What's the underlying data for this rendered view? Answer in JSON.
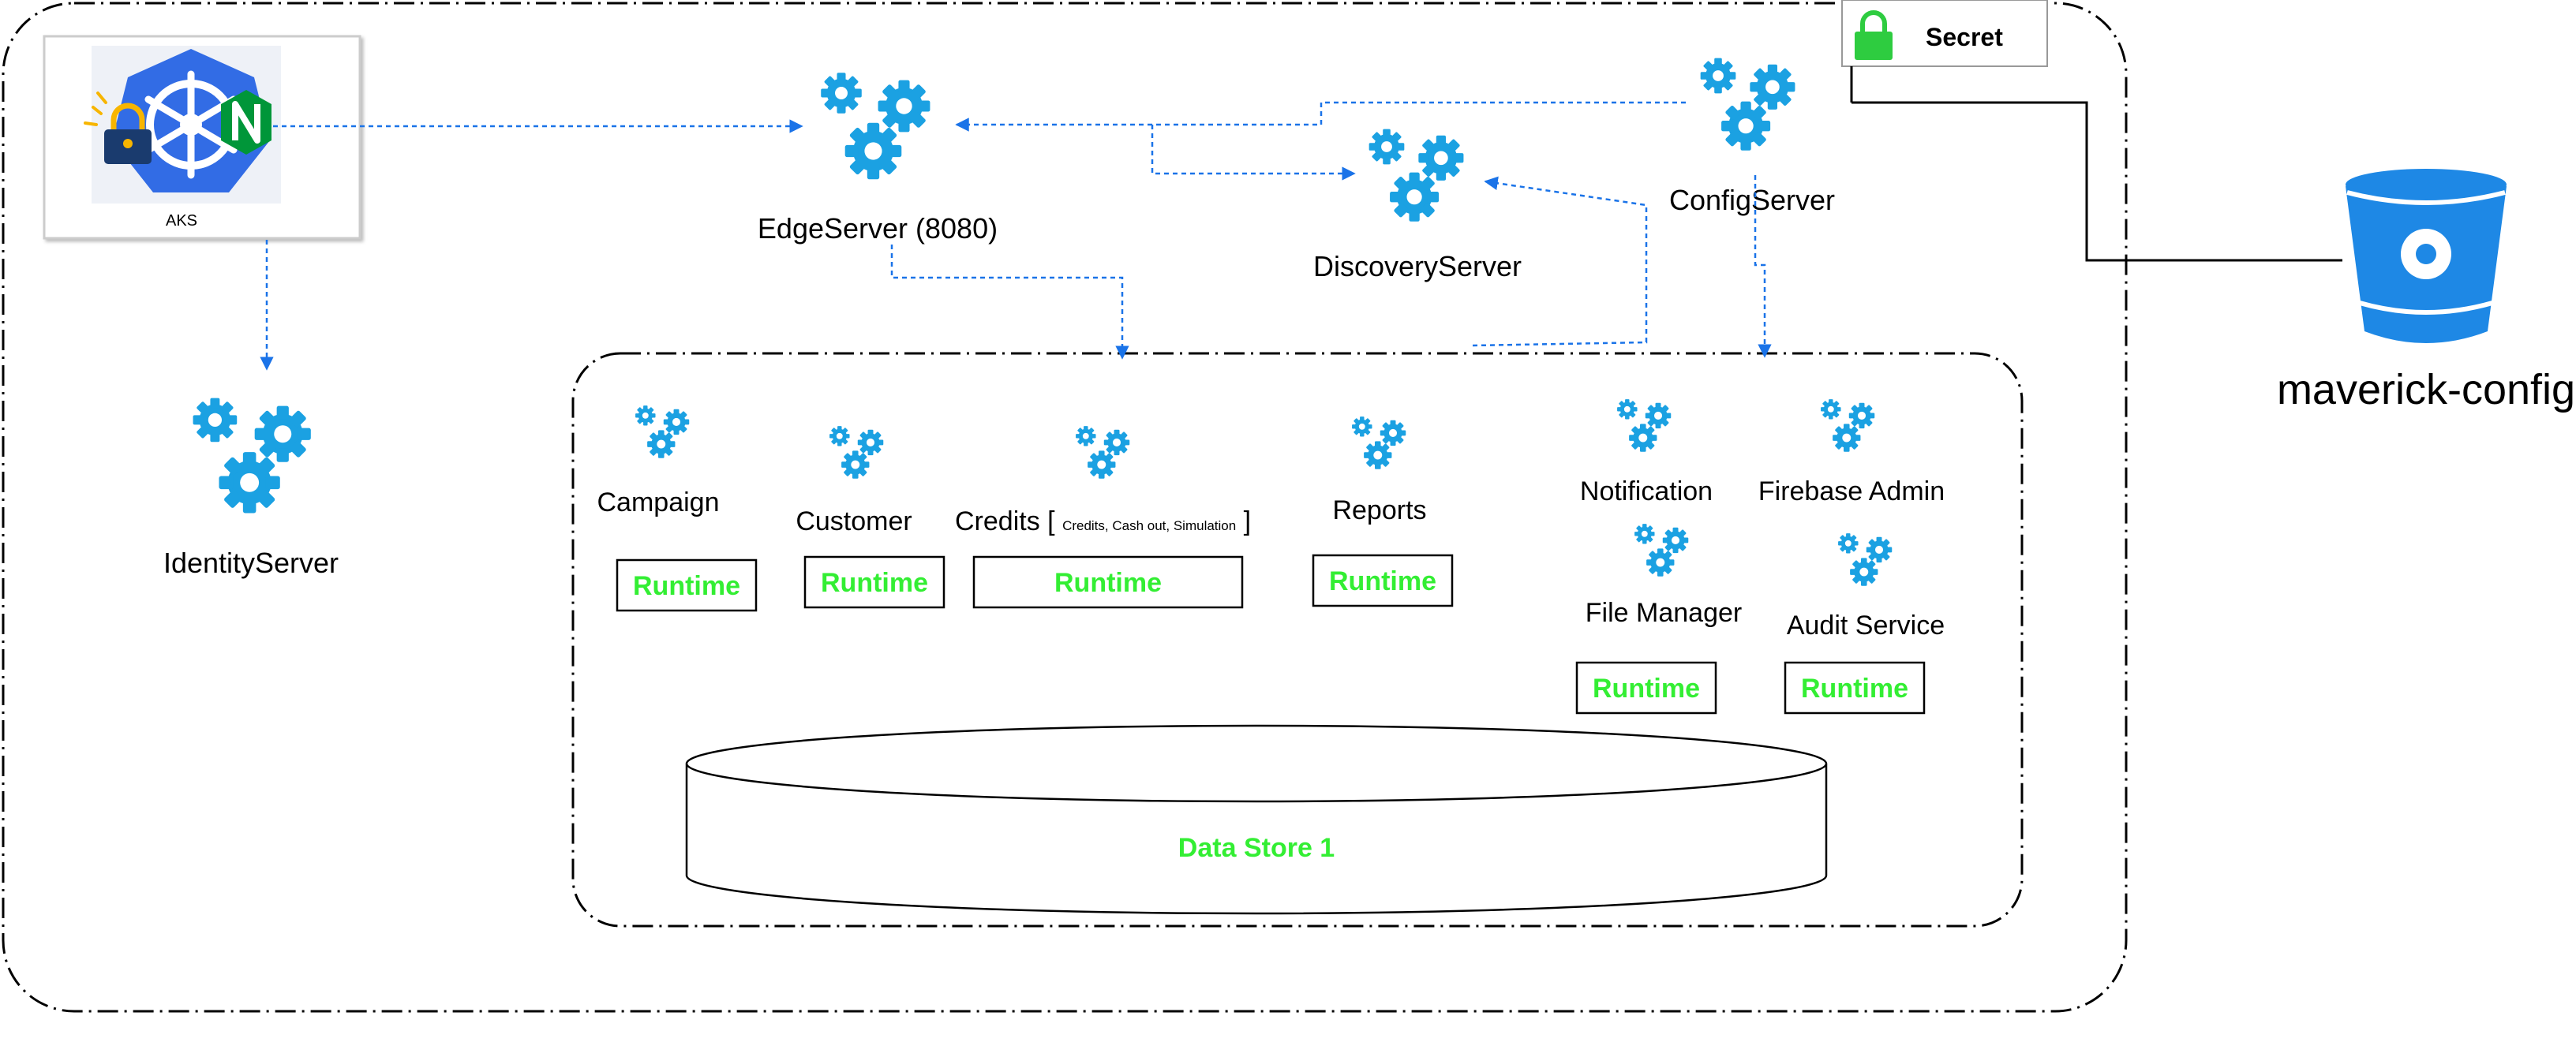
{
  "aks": {
    "label": "AKS"
  },
  "edge_server": {
    "label": "EdgeServer (8080)"
  },
  "discovery_server": {
    "label": "DiscoveryServer"
  },
  "config_server": {
    "label": "ConfigServer"
  },
  "identity_server": {
    "label": "IdentityServer"
  },
  "secret": {
    "label": "Secret"
  },
  "maverick_config": {
    "label": "maverick-config"
  },
  "services": {
    "campaign": {
      "label": "Campaign",
      "runtime": "Runtime"
    },
    "customer": {
      "label": "Customer",
      "runtime": "Runtime"
    },
    "credits": {
      "label": "Credits",
      "detail": "Credits, Cash out, Simulation",
      "runtime": "Runtime"
    },
    "reports": {
      "label": "Reports",
      "runtime": "Runtime"
    },
    "notification": {
      "label": "Notification"
    },
    "firebase_admin": {
      "label": "Firebase Admin"
    },
    "file_manager": {
      "label": "File Manager",
      "runtime": "Runtime"
    },
    "audit_service": {
      "label": "Audit Service",
      "runtime": "Runtime"
    }
  },
  "data_store": {
    "label": "Data Store 1"
  },
  "colors": {
    "gear": "#1ba1e2",
    "arrow": "#1a73e8",
    "runtime_text": "#33ee33",
    "bucket": "#1e88e5",
    "lock": "#2ecc40",
    "kubernetes": "#326ce5",
    "nginx": "#009639"
  },
  "icons": {
    "gears": "gears-icon",
    "kubernetes": "kubernetes-icon",
    "nginx": "nginx-icon",
    "lock": "lock-icon",
    "bucket": "bucket-icon"
  }
}
